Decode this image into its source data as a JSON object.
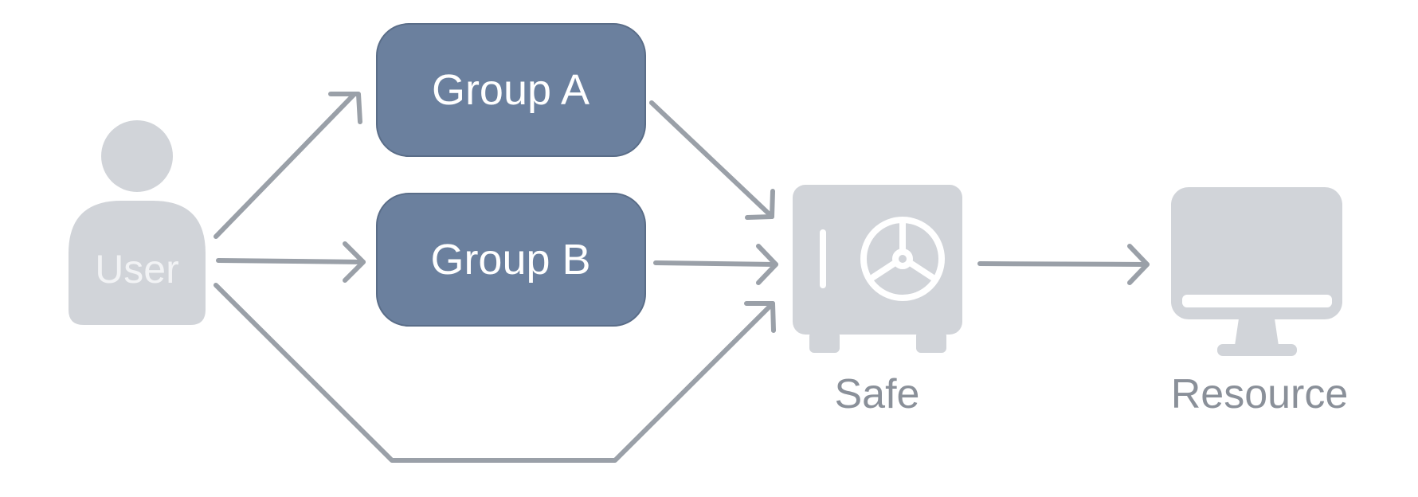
{
  "nodes": {
    "user": {
      "label": "User",
      "icon": "person-icon"
    },
    "group_a": {
      "label": "Group A"
    },
    "group_b": {
      "label": "Group B"
    },
    "safe": {
      "label": "Safe",
      "icon": "safe-icon"
    },
    "resource": {
      "label": "Resource",
      "icon": "monitor-icon"
    }
  },
  "edges": [
    {
      "from": "User",
      "to": "Group A"
    },
    {
      "from": "User",
      "to": "Group B"
    },
    {
      "from": "User",
      "to": "Safe"
    },
    {
      "from": "Group A",
      "to": "Safe"
    },
    {
      "from": "Group B",
      "to": "Safe"
    },
    {
      "from": "Safe",
      "to": "Resource"
    }
  ],
  "colors": {
    "group_fill": "#6b809e",
    "icon_grey": "#d1d4d9",
    "arrow": "#9aa0a8",
    "caption_text": "#8a9099"
  }
}
